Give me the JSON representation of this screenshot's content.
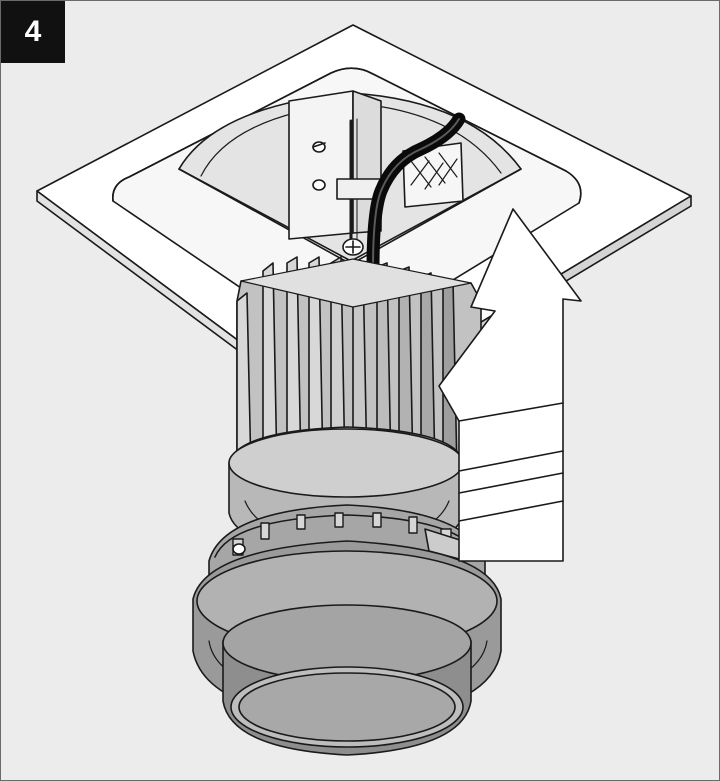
{
  "step": {
    "number": "4"
  },
  "colors": {
    "background": "#ececec",
    "badge": "#111111",
    "badge_text": "#ffffff",
    "outline": "#1a1a1a",
    "metal_light": "#d8d8d8",
    "metal_mid": "#b4b4b4",
    "metal_dark": "#8e8e8e",
    "arrow_fill": "#ffffff",
    "cable": "#0a0a0a"
  },
  "illustration": {
    "subject": "recessed-downlight-module",
    "action": "push-up-into-ceiling-frame",
    "icons": [
      "ceiling-frame",
      "mounting-bracket",
      "power-cable",
      "heat-sink",
      "lens-ring",
      "direction-arrow"
    ]
  }
}
